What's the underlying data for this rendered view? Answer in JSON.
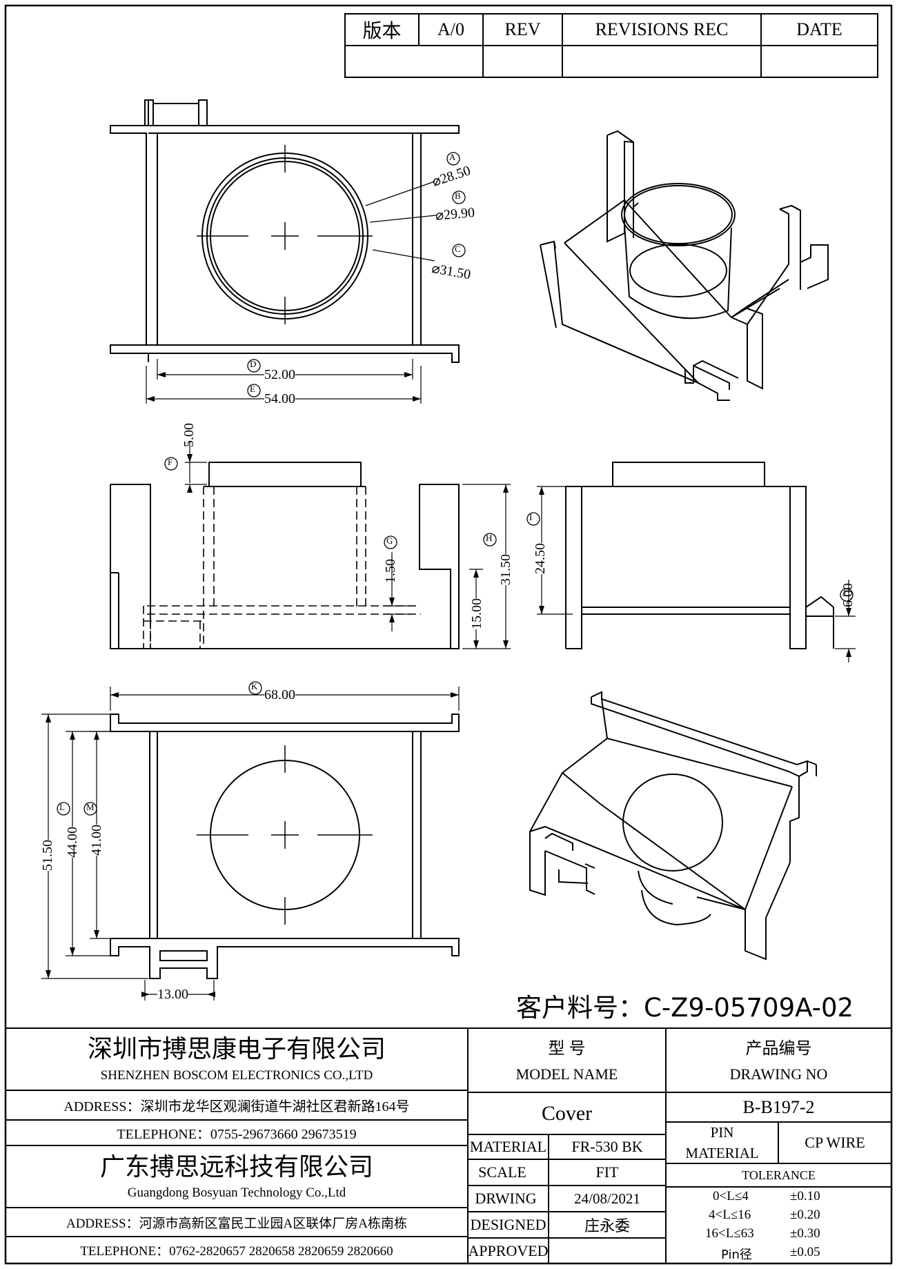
{
  "revision_block": {
    "version_label": "版本",
    "version_value": "A/0",
    "rev_label": "REV",
    "revisions_label": "REVISIONS REC",
    "date_label": "DATE"
  },
  "dimensions": {
    "A": "A",
    "A_value": "⌀28.50",
    "B": "B",
    "B_value": "⌀29.90",
    "C": "C",
    "C_value": "⌀31.50",
    "D": "D",
    "D_value": "52.00",
    "E": "E",
    "E_value": "54.00",
    "F": "F",
    "F_value": "5.00",
    "G": "G",
    "G_value": "1.50",
    "H": "H",
    "H_value": "31.50",
    "H_sub_value": "15.00",
    "I": "I",
    "I_value": "24.50",
    "J": "J",
    "J_value": "6.00",
    "K": "K",
    "K_value": "68.00",
    "L": "L",
    "L_value": "44.00",
    "M": "M",
    "M_value": "41.00",
    "outer_height_value": "51.50",
    "bottom_width_value": "13.00"
  },
  "customer_part": "客户料号：C-Z9-05709A-02",
  "title_block": {
    "company1_cn": "深圳市搏思康电子有限公司",
    "company1_en": "SHENZHEN BOSCOM ELECTRONICS CO.,LTD",
    "address1": "ADDRESS：深圳市龙华区观澜街道牛湖社区君新路164号",
    "telephone1": "TELEPHONE：0755-29673660 29673519",
    "company2_cn": "广东搏思远科技有限公司",
    "company2_en": "Guangdong Bosyuan Technology Co.,Ltd",
    "address2": "ADDRESS：河源市高新区富民工业园A区联体厂房A栋南栋",
    "telephone2": "TELEPHONE：0762-2820657 2820658 2820659 2820660",
    "model_cn": "型    号",
    "model_en": "MODEL NAME",
    "model_value": "Cover",
    "drawing_no_cn": "产品编号",
    "drawing_no_en": "DRAWING NO",
    "drawing_no_value": "B-B197-2",
    "material_label": "MATERIAL",
    "material_value": "FR-530 BK",
    "scale_label": "SCALE",
    "scale_value": "FIT",
    "drawing_label": "DRWING",
    "drawing_value": "24/08/2021",
    "designed_label": "DESIGNED",
    "designed_value": "庄永委",
    "approved_label": "APPROVED",
    "approved_value": "",
    "pin_material_label_1": "PIN",
    "pin_material_label_2": "MATERIAL",
    "pin_material_value": "CP WIRE",
    "tolerance_label": "TOLERANCE",
    "tolerances": [
      {
        "range": "0<L≤4",
        "value": "±0.10"
      },
      {
        "range": "4<L≤16",
        "value": "±0.20"
      },
      {
        "range": "16<L≤63",
        "value": "±0.30"
      },
      {
        "range": "Pin径",
        "value": "±0.05"
      }
    ]
  },
  "colors": {
    "ink": "#000000",
    "paper": "#ffffff"
  }
}
